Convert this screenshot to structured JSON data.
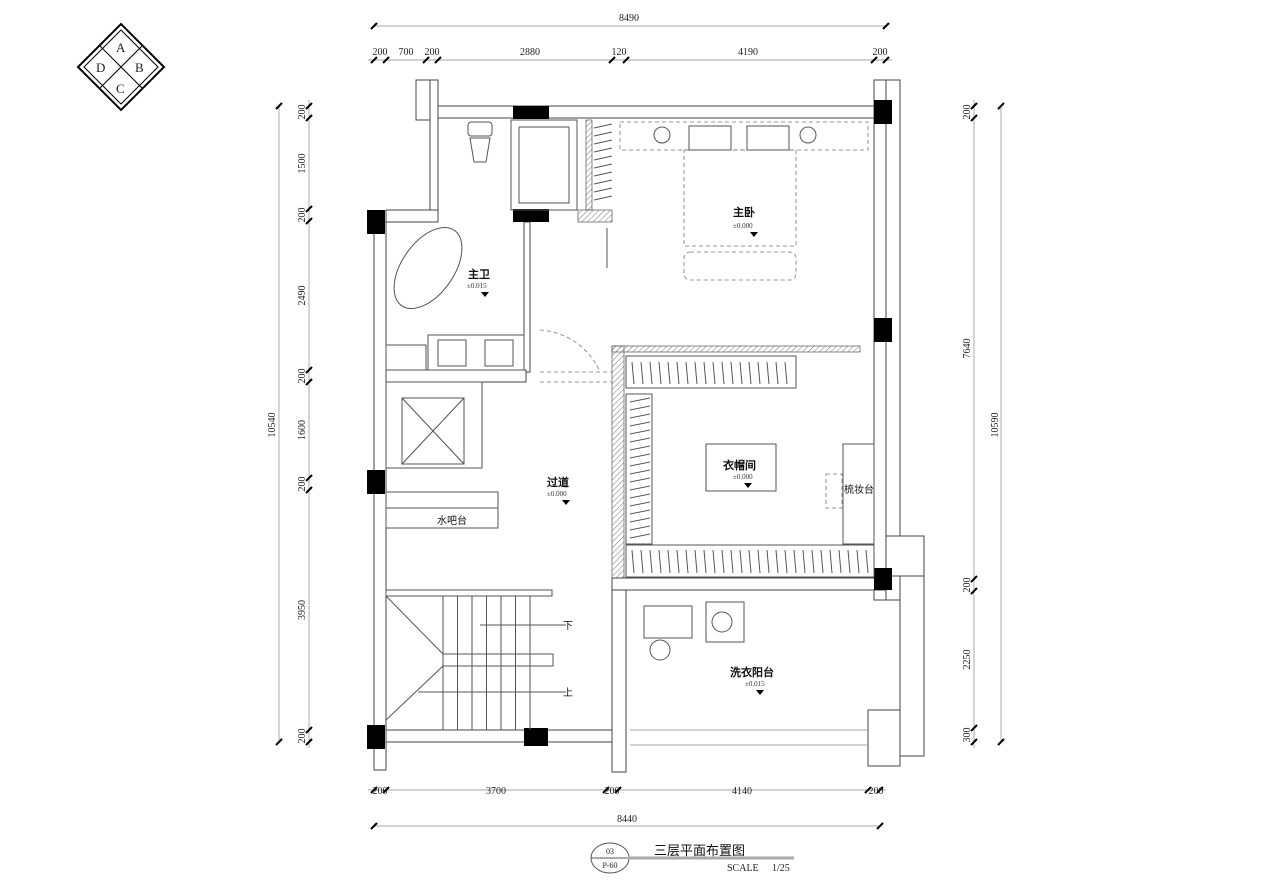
{
  "compass": {
    "top": "A",
    "left": "D",
    "right": "B",
    "bottom": "C"
  },
  "dimensions": {
    "top_total": "8490",
    "top_segments": [
      "200",
      "700",
      "200",
      "2880",
      "120",
      "4190",
      "200"
    ],
    "bottom_total": "8440",
    "bottom_segments": [
      "200",
      "3700",
      "200",
      "4140",
      "200"
    ],
    "left_total": "10540",
    "left_segments": [
      "200",
      "1500",
      "200",
      "2490",
      "200",
      "1600",
      "200",
      "3950",
      "200"
    ],
    "right_total": "10590",
    "right_segments": [
      "200",
      "7640",
      "200",
      "2250",
      "300"
    ]
  },
  "rooms": {
    "master_bath": {
      "name": "主卫",
      "level": "±0.015"
    },
    "master_bedroom": {
      "name": "主卧",
      "level": "±0.000"
    },
    "walk_in_closet": {
      "name": "衣帽间",
      "level": "±0.000"
    },
    "dressing_table": "梳妆台",
    "corridor": {
      "name": "过道",
      "level": "±0.000"
    },
    "water_bar": "水吧台",
    "stairs_down": "下",
    "stairs_up": "上",
    "laundry_balcony": {
      "name": "洗衣阳台",
      "level": "±0.015"
    }
  },
  "title_block": {
    "sheet_no": "03",
    "page_ref": "P-60",
    "title": "三层平面布置图",
    "scale_label": "SCALE",
    "scale_value": "1/25"
  }
}
